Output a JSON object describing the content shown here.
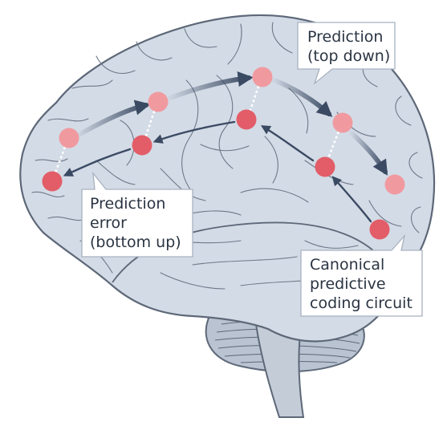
{
  "diagram": {
    "callouts": {
      "top_down": {
        "line1": "Prediction",
        "line2": "(top down)"
      },
      "bottom_up": {
        "line1": "Prediction",
        "line2": "error",
        "line3": "(bottom up)"
      },
      "circuit": {
        "line1": "Canonical",
        "line2": "predictive",
        "line3": "coding circuit"
      }
    },
    "colors": {
      "brain_fill": "#d3dbe6",
      "brain_outline": "#5d6878",
      "prediction_node": "#f09aa0",
      "error_node": "#e25d68",
      "arrow": "#3b4a63"
    }
  }
}
